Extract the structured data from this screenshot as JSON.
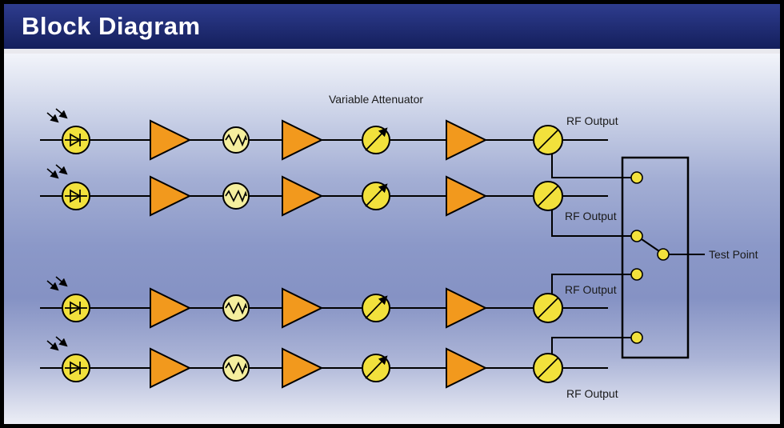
{
  "title": "Block Diagram",
  "labels": {
    "variable_attenuator": "Variable Attenuator",
    "rf_outputs": [
      "RF Output",
      "RF Output",
      "RF Output",
      "RF Output"
    ],
    "test_point": "Test Point"
  },
  "colors": {
    "page_border": "#000000",
    "title_bg_top": "#2e3c8e",
    "title_bg_bottom": "#141f5c",
    "title_text": "#ffffff",
    "bg_top": "#f2f4fa",
    "bg_mid": "#8b98c8",
    "bg_bottom": "#eceef6",
    "amplifier_fill": "#f2991d",
    "component_fill": "#f2e13c",
    "pad_fill": "#f5ef9e",
    "wire": "#000000",
    "label_text": "#1a1a1a"
  },
  "diagram": {
    "channel_count": 4,
    "chain_components": [
      "photodiode",
      "amplifier",
      "fixed-attenuator-pad",
      "amplifier",
      "variable-attenuator",
      "amplifier",
      "output-coupler"
    ],
    "switch": {
      "input_count": 4,
      "selected_input": 2,
      "output": "Test Point"
    }
  }
}
